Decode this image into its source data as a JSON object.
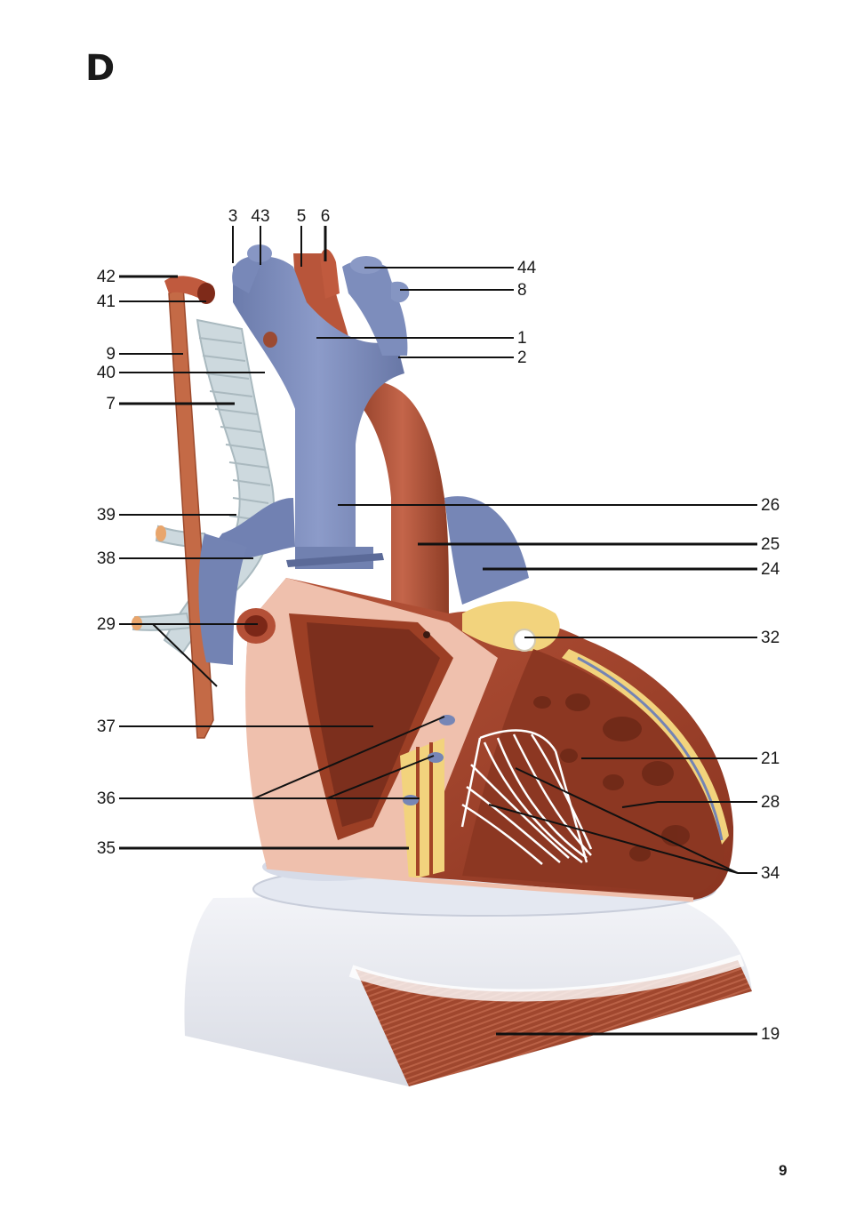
{
  "page": {
    "section_letter": "D",
    "page_number": "9"
  },
  "labels": {
    "top": [
      "3",
      "43",
      "5",
      "6"
    ],
    "left": [
      "42",
      "41",
      "9",
      "40",
      "7",
      "39",
      "38",
      "29",
      "37",
      "36",
      "35"
    ],
    "right": [
      "44",
      "8",
      "1",
      "2",
      "26",
      "25",
      "24",
      "32",
      "21",
      "28",
      "34",
      "19"
    ]
  },
  "colors": {
    "vein_blue": "#7f8fbe",
    "artery_red": "#b4573a",
    "myocardium": "#a84a2e",
    "chamber_inner": "#7c2f1d",
    "pericardium_pink": "#efbfac",
    "fat_yellow": "#f2d37d",
    "trachea": "#c9d6dc",
    "base_white": "#e9ecf3",
    "diaphragm_muscle": "#9a3d22"
  }
}
